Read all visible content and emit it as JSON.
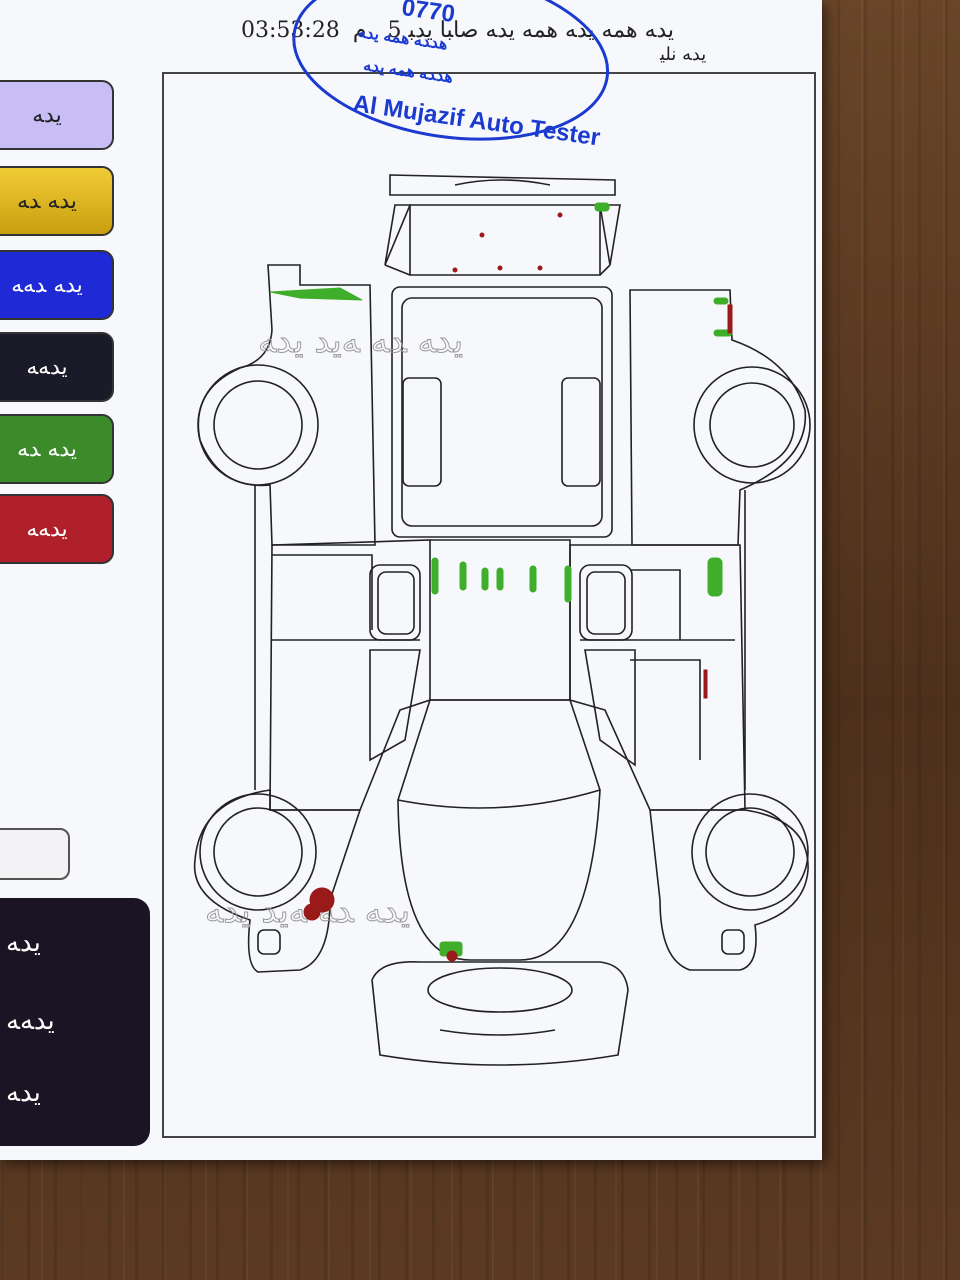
{
  "header": {
    "script_line": "ﯾﺪﻪ ﮬﻤﻪ ﯾﺪﻪ ﮬﻤﻪ ﯾﺪﻪ ﺻﺎﺒﺎ ﯾﺪﺒ",
    "time": "03:53:28",
    "period_marker": "م",
    "number": "5",
    "right_label": "ﯾﺪﻪ ﻧﻠﯿ"
  },
  "stamp": {
    "name": "Al Mujazif Auto Tester",
    "phone": "0770",
    "line1": "ﮬﺪﺪﻪ ﮬﻤﻪ ﯾﺪﻪ",
    "line2": "ﮬﺪﺪﻪ ﮬﻤﻪ ﯾﺪﻪ",
    "color": "#1a3ad0"
  },
  "legend": [
    {
      "label": "ﯾﺪﻪ",
      "color": "#c9bdf5",
      "text_color": "#222"
    },
    {
      "label": "ﯾﺪﻪ ﺪﻪ",
      "color": "#e0b81a",
      "text_color": "#222"
    },
    {
      "label": "ﯾﺪﻪ ﺪﻪﻪ",
      "color": "#1f2ad6",
      "text_color": "#fff"
    },
    {
      "label": "ﯾﺪﻪﻪ",
      "color": "#1b1a28",
      "text_color": "#fff"
    },
    {
      "label": "ﯾﺪﻪ ﺪﻪ",
      "color": "#3c8b2a",
      "text_color": "#fff"
    },
    {
      "label": "ﯾﺪﻪﻪ",
      "color": "#b0202a",
      "text_color": "#fff"
    }
  ],
  "dark_panel": {
    "items": [
      "ﯾﺪﻪ",
      "ﯾﺪﻪﻪ",
      "ﯾﺪﻪ"
    ]
  },
  "watermark": "ﯾﺪﻪ ﺪﻪ ﻪﯾﺪ ﯾﺪﻪ",
  "marks": {
    "paint_color": "#3fae2a",
    "damage_color": "#9a1a1a"
  }
}
